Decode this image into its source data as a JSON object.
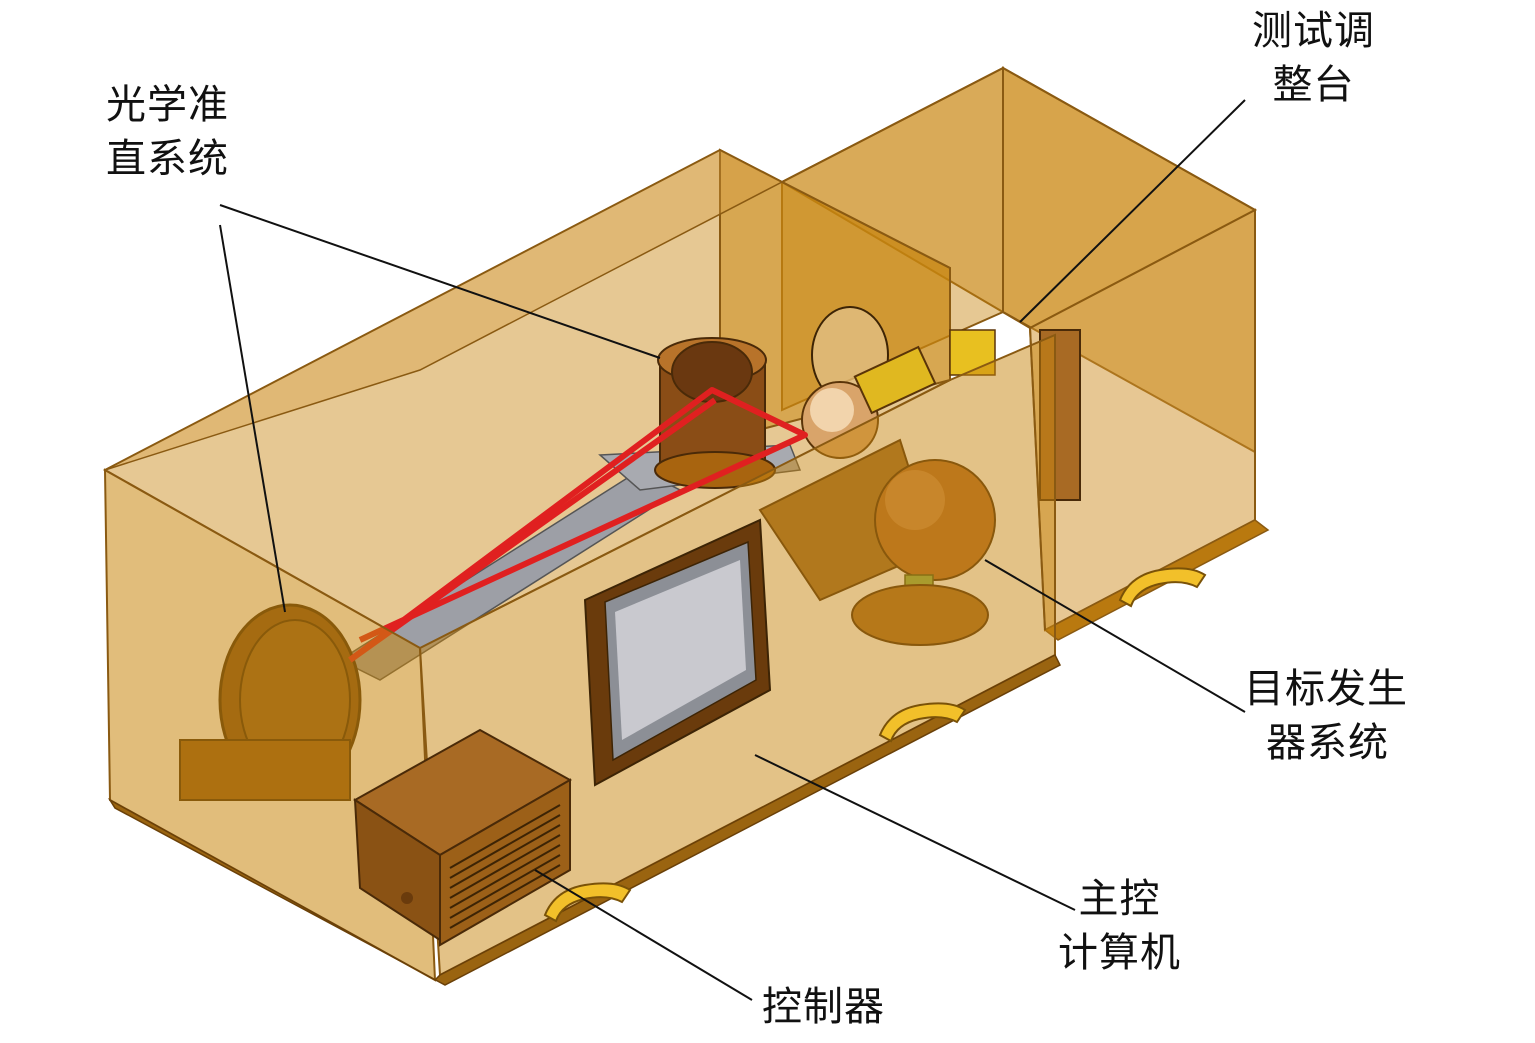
{
  "labels": {
    "optical_collimation": [
      "光学准",
      "直系统"
    ],
    "test_adjust_stage": [
      "测试调",
      "整台"
    ],
    "target_generator": [
      "目标发生",
      "器系统"
    ],
    "main_computer": [
      "主控",
      "计算机"
    ],
    "controller": [
      "控制器"
    ]
  },
  "colors": {
    "enclosure": "#c8860f",
    "enclosure_dark": "#8a5a12",
    "beam": "#e02020",
    "handle": "#f2c02a",
    "screen": "#c9c9cf",
    "leader_line": "#111111"
  }
}
